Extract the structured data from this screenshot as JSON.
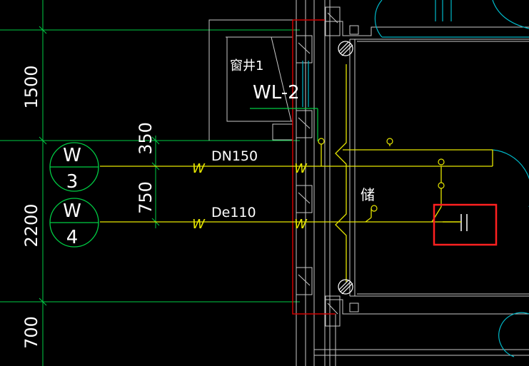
{
  "drawing": {
    "dimensions": [
      "1500",
      "2200",
      "700",
      "350",
      "750"
    ],
    "labels": {
      "window_well": "窗井1",
      "wl_label": "WL-2",
      "pipe_dn": "DN150",
      "pipe_de": "De110",
      "storage": "储",
      "pipe_mark": "W"
    },
    "bubbles": [
      {
        "top": "W",
        "bottom": "3"
      },
      {
        "top": "W",
        "bottom": "4"
      }
    ],
    "highlight_color": "#ff2020",
    "colors": {
      "background": "#000000",
      "grid": "#00cc44",
      "pipe": "#e6e600",
      "wall": "#c8c8c8",
      "outline_red": "#d00000",
      "cyan": "#00b8c8",
      "dim_text": "#ffffff"
    }
  }
}
